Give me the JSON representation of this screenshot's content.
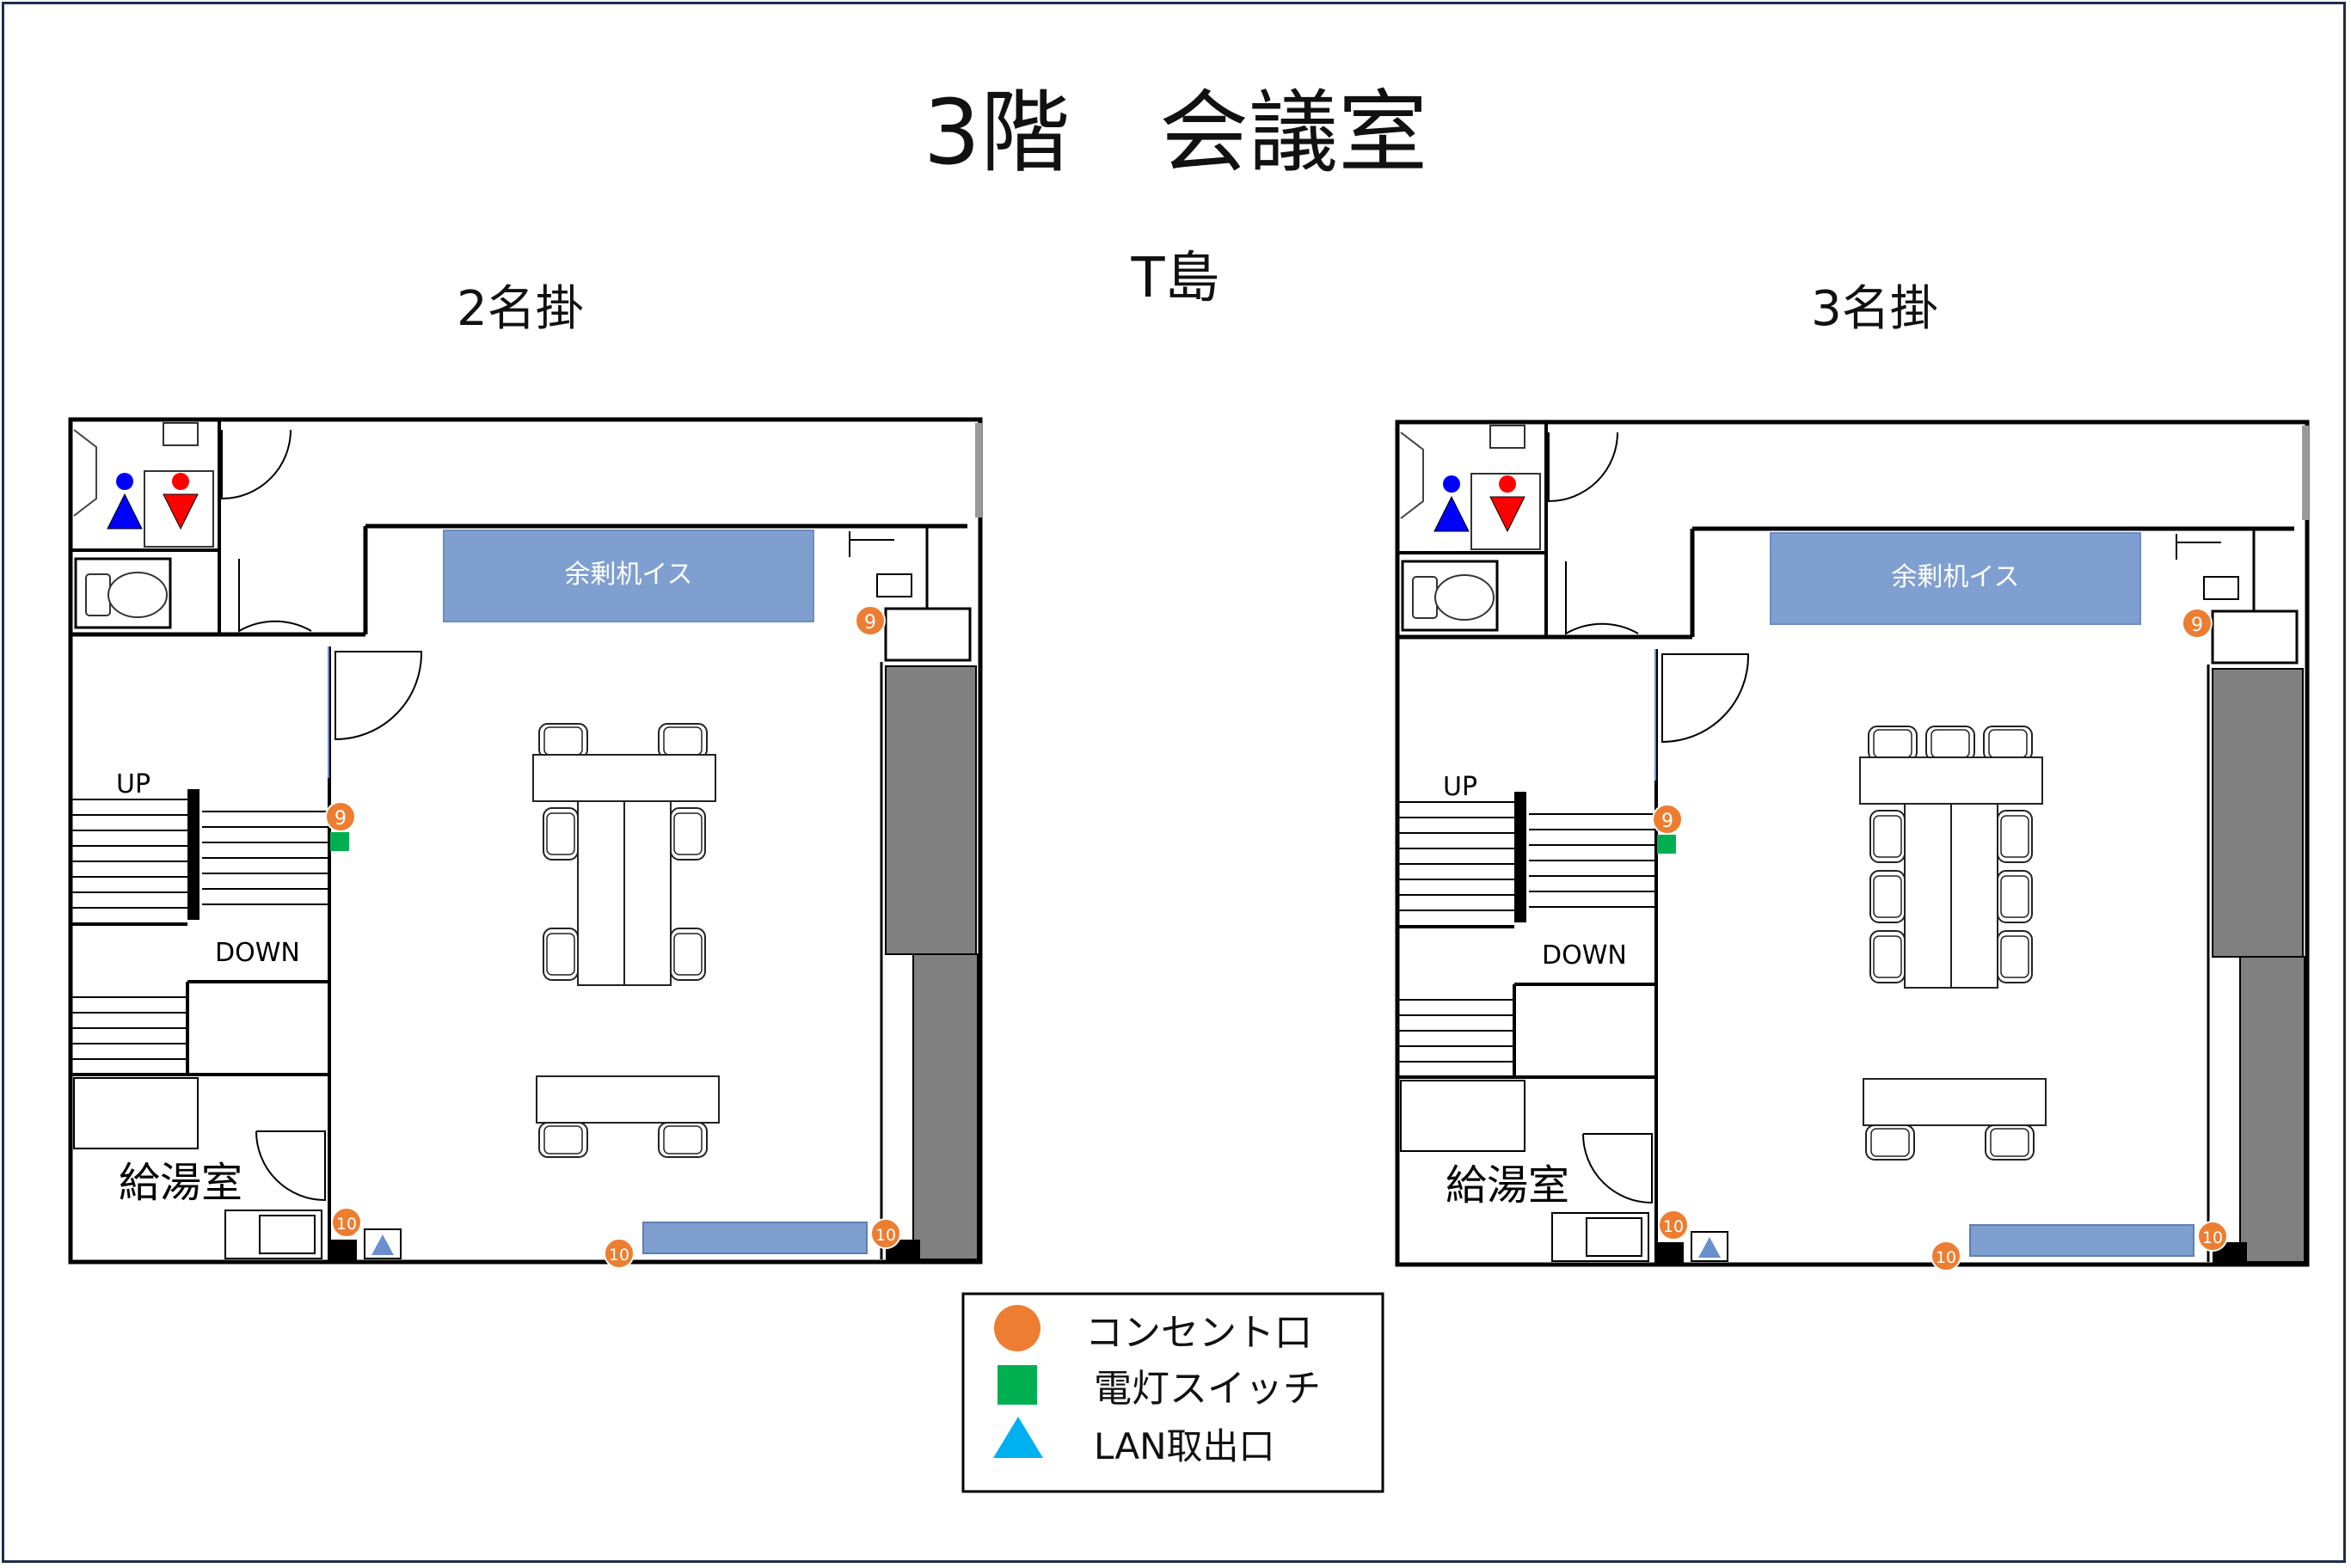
{
  "title": "3階　会議室",
  "subtitle": "T島",
  "plans": [
    {
      "heading": "2名掛",
      "labels": {
        "spare": "余剰机イス",
        "up": "UP",
        "down": "DOWN",
        "kitchen": "給湯室",
        "outlet_9a": "9",
        "outlet_9b": "9",
        "outlet_10a": "10",
        "outlet_10b": "10",
        "outlet_10c": "10"
      }
    },
    {
      "heading": "3名掛",
      "labels": {
        "spare": "余剰机イス",
        "up": "UP",
        "down": "DOWN",
        "kitchen": "給湯室",
        "outlet_9a": "9",
        "outlet_9b": "9",
        "outlet_10a": "10",
        "outlet_10b": "10",
        "outlet_10c": "10"
      }
    }
  ],
  "legend": [
    {
      "label": "コンセント口",
      "icon": "orange-circle",
      "color": "#ed7d31"
    },
    {
      "label": "電灯スイッチ",
      "icon": "green-square",
      "color": "#00b050"
    },
    {
      "label": "LAN取出口",
      "icon": "blue-triangle",
      "color": "#00b0f0"
    }
  ],
  "colors": {
    "spare_area": "#7f9fd0",
    "wall_gray": "#808080",
    "women": "#ff0000",
    "men": "#0000ff",
    "border": "#1f2d4d"
  }
}
